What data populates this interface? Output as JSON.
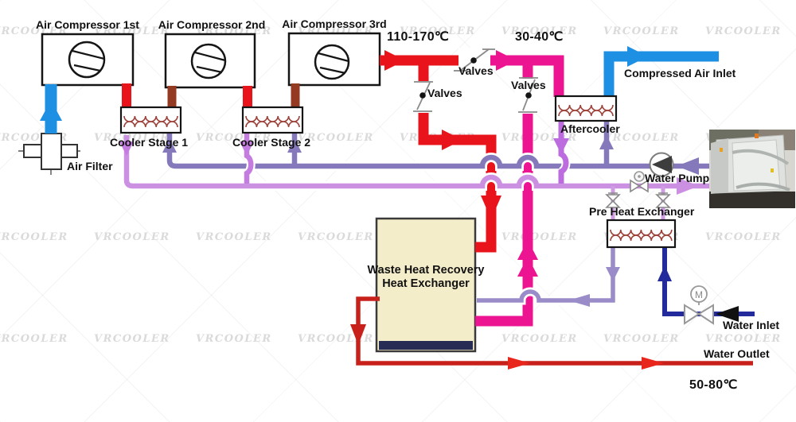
{
  "diagram": {
    "watermark": "VRCOOLER",
    "compressors": [
      {
        "label": "Air Compressor 1st"
      },
      {
        "label": "Air Compressor 2nd"
      },
      {
        "label": "Air Compressor 3rd"
      }
    ],
    "coolers": [
      {
        "label": "Cooler Stage 1"
      },
      {
        "label": "Cooler Stage 2"
      }
    ],
    "aftercooler": {
      "label": "Aftercooler"
    },
    "air_filter": {
      "label": "Air Filter"
    },
    "valves": [
      {
        "label": "Valves"
      },
      {
        "label": "Valves"
      },
      {
        "label": "Valves"
      }
    ],
    "temperatures": {
      "compressor_discharge": "110-170℃",
      "after_recovery": "30-40℃",
      "hot_water_outlet": "50-80℃"
    },
    "compressed_air_inlet": {
      "label": "Compressed Air Inlet"
    },
    "water_pump": {
      "label": "Water Pump"
    },
    "pre_heat_exchanger": {
      "label": "Pre Heat Exchanger"
    },
    "waste_heat_exchanger": {
      "label_line1": "Waste Heat Recovery",
      "label_line2": "Heat Exchanger"
    },
    "water_inlet": {
      "label": "Water Inlet"
    },
    "water_outlet": {
      "label": "Water Outlet"
    },
    "motor_valve": {
      "label": "M"
    },
    "colors": {
      "hot_air": "#e8131b",
      "recovered_air": "#ec1490",
      "compressed_air": "#1e90e4",
      "interstage": "#943a22",
      "cooling_supply": "#8579bc",
      "cooling_return": "#cb90e2",
      "preheated_water": "#9a8cc8",
      "hot_water": "#c8201a",
      "feed_water": "#232a9c"
    }
  }
}
